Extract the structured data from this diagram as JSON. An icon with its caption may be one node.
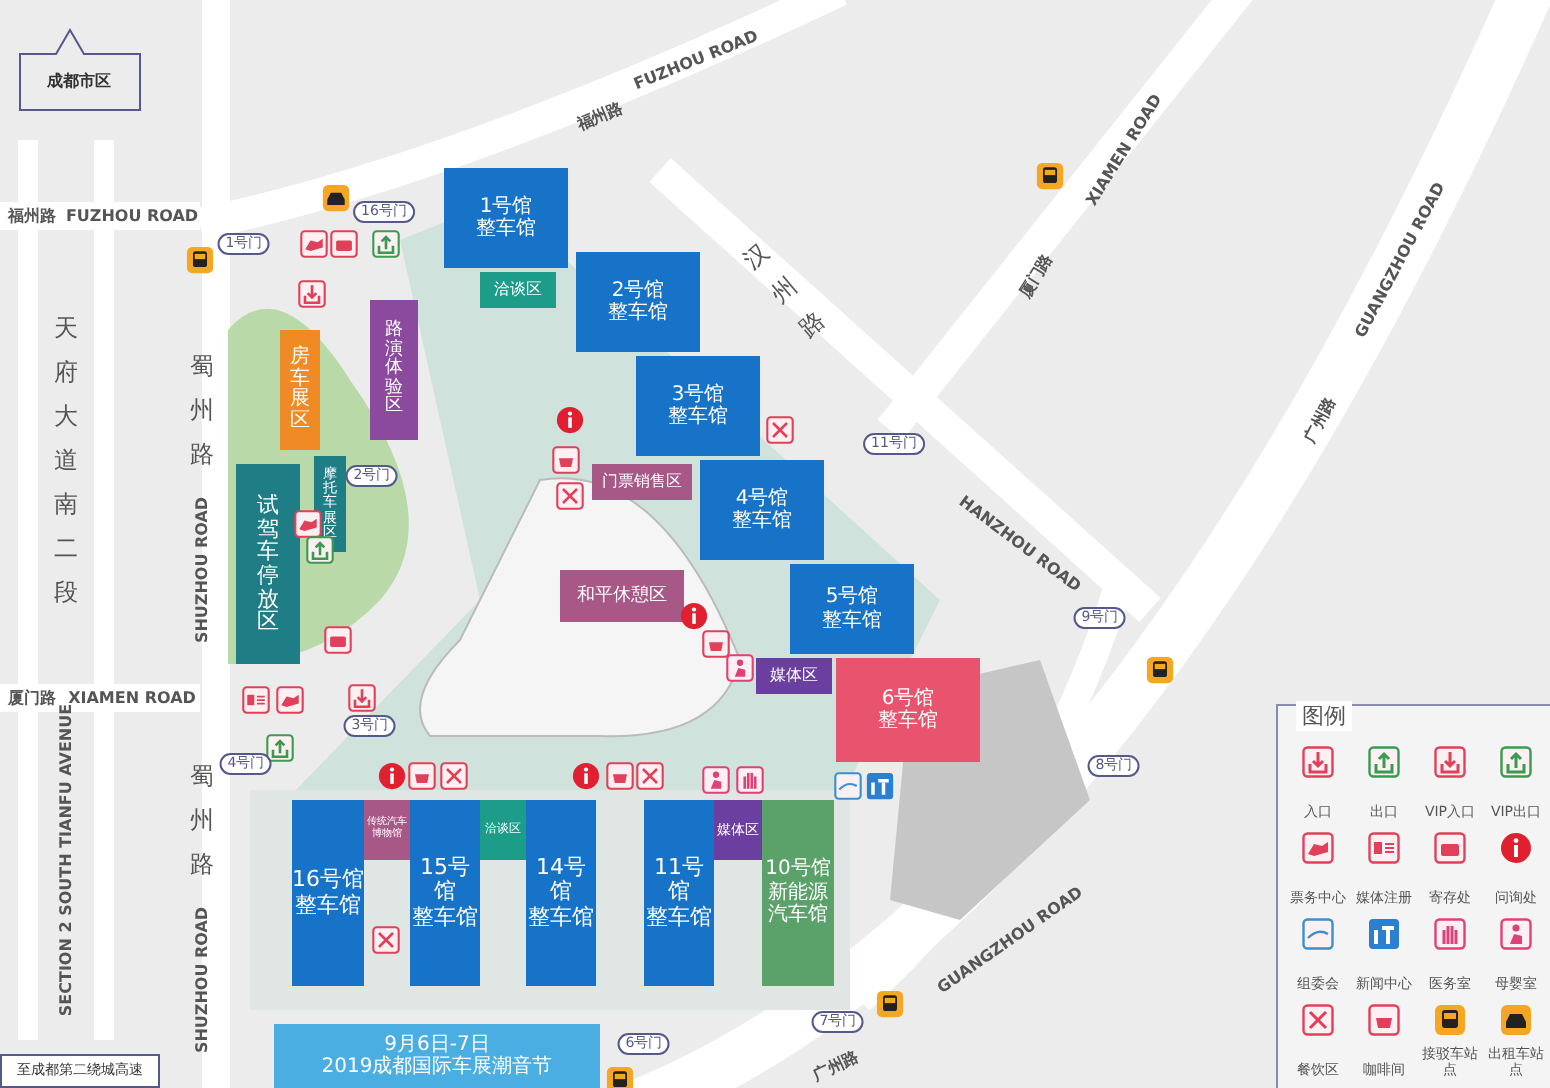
{
  "diagram": {
    "nodes": [
      {
        "text": [
          "成都市区"
        ]
      },
      {
        "text": [
          "房车展区"
        ]
      },
      {
        "text": [
          "摩托车展区"
        ]
      },
      {
        "text": [
          "路演体验区"
        ]
      },
      {
        "text": [
          "试驾车停放区"
        ]
      },
      {
        "text": [
          "1号馆",
          "整车馆"
        ]
      },
      {
        "text": [
          "洽谈区"
        ]
      },
      {
        "text": [
          "2号馆",
          "整车馆"
        ]
      },
      {
        "text": [
          "3号馆",
          "整车馆"
        ]
      },
      {
        "text": [
          "门票销售区"
        ]
      },
      {
        "text": [
          "4号馆",
          "整车馆"
        ]
      },
      {
        "text": [
          "和平休憩区"
        ]
      },
      {
        "text": [
          "5号馆",
          "整车馆"
        ]
      },
      {
        "text": [
          "媒体区"
        ]
      },
      {
        "text": [
          "6号馆",
          "整车馆"
        ]
      },
      {
        "text": [
          "16号馆",
          "整车馆"
        ]
      },
      {
        "text": [
          "传统汽车博物馆"
        ]
      },
      {
        "text": [
          "15号馆",
          "整车馆"
        ]
      },
      {
        "text": [
          "洽谈区"
        ]
      },
      {
        "text": [
          "14号馆",
          "整车馆"
        ]
      },
      {
        "text": [
          "11号馆",
          "整车馆"
        ]
      },
      {
        "text": [
          "媒体区"
        ]
      },
      {
        "text": [
          "10号馆",
          "新能源汽车馆"
        ]
      },
      {
        "text": [
          "9月6日-7日",
          "2019成都国际车展潮音节"
        ]
      },
      {
        "text": [
          "至成都第二绕城高速"
        ]
      }
    ],
    "edges": [],
    "labels": [
      "福州路",
      "FUZHOU ROAD",
      "福州路",
      "FUZHOU ROAD",
      "天府大道南二段",
      "蜀州路",
      "SHUZHOU ROAD",
      "汉州路",
      "HANZHOU ROAD",
      "厦门路",
      "XIAMEN ROAD",
      "广州路",
      "GUANGZHOU ROAD",
      "厦门路",
      "XIAMEN ROAD",
      "SECTION 2 SOUTH TIANFU AVENUE",
      "蜀州路",
      "SHUZHOU ROAD",
      "广州路",
      "GUANGZHOU ROAD",
      "1号门",
      "16号门",
      "2号门",
      "3号门",
      "4号门",
      "11号门",
      "9号门",
      "8号门",
      "7号门",
      "6号门",
      "图例"
    ],
    "legend": [
      {
        "text": "入口"
      },
      {
        "text": "出口"
      },
      {
        "text": "VIP入口"
      },
      {
        "text": "VIP出口"
      },
      {
        "text": "票务中心"
      },
      {
        "text": "媒体注册"
      },
      {
        "text": "寄存处"
      },
      {
        "text": "问询处"
      },
      {
        "text": "组委会"
      },
      {
        "text": "新闻中心"
      },
      {
        "text": "医务室"
      },
      {
        "text": "母婴室"
      },
      {
        "text": "餐饮区"
      },
      {
        "text": "咖啡间"
      },
      {
        "text": "接驳车站点"
      },
      {
        "text": "出租车站点"
      }
    ]
  }
}
